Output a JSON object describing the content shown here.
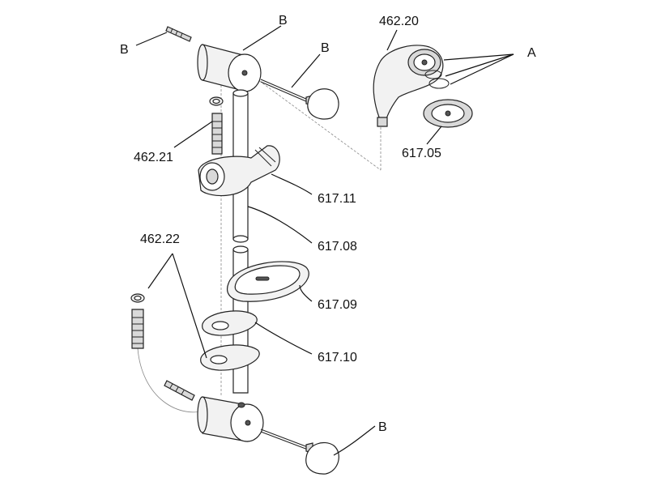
{
  "labels": {
    "b_top_left": "B",
    "b_top_mid": "B",
    "b_top_right": "B",
    "b_bottom": "B",
    "a": "A",
    "p46220": "462.20",
    "p46221": "462.21",
    "p46222": "462.22",
    "p61705": "617.05",
    "p61711": "617.11",
    "p61708": "617.08",
    "p61709": "617.09",
    "p61710": "617.10"
  }
}
